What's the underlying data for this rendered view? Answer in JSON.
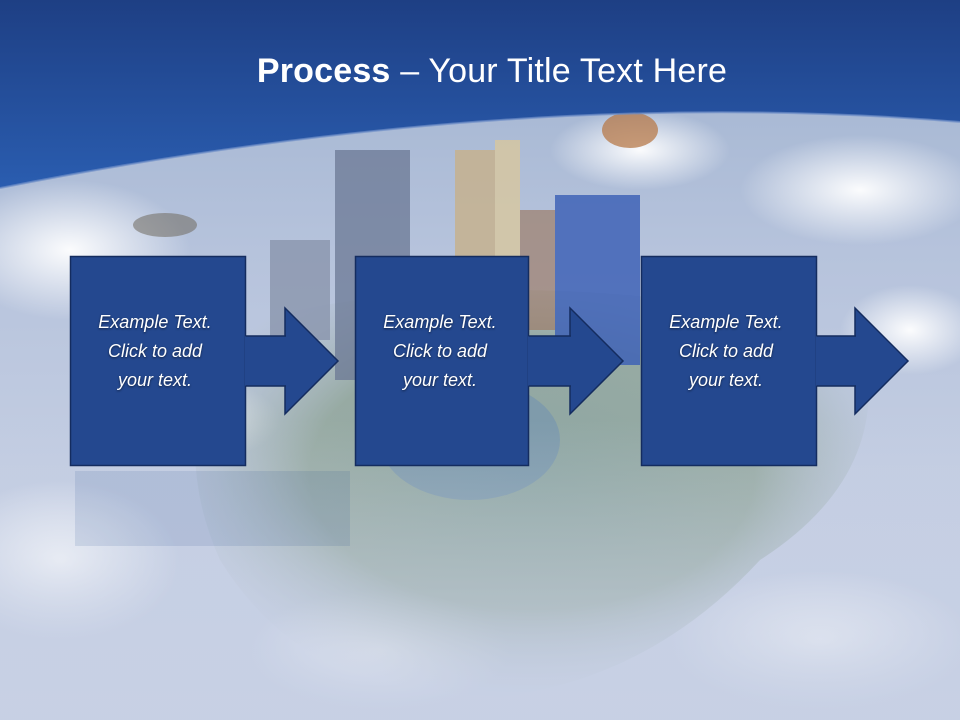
{
  "slide": {
    "title_bold": "Process",
    "title_rest": " – Your Title Text Here",
    "steps": [
      {
        "text": "Example Text.\nClick  to add\nyour text."
      },
      {
        "text": "Example Text.\nClick  to add\nyour text."
      },
      {
        "text": "Example Text.\nClick  to add\nyour text."
      }
    ]
  },
  "colors": {
    "header_blue": "#1f4f9c",
    "box_fill": "#24488f",
    "box_border": "#142c5f",
    "sky": "#c3cde2"
  }
}
